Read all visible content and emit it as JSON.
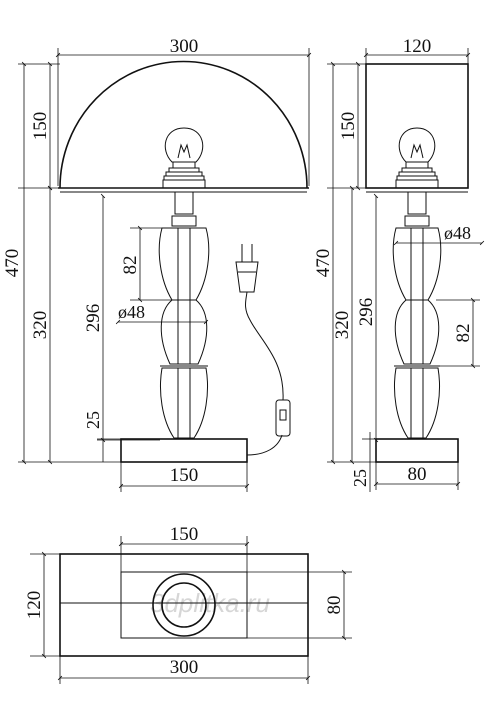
{
  "watermark": "3dplitka.ru",
  "front_view": {
    "shade_width": "300",
    "shade_height": "150",
    "total_height": "470",
    "base_to_shade": "320",
    "stem_height": "296",
    "segment_height": "82",
    "stem_diameter": "ø48",
    "base_thickness": "25",
    "base_width": "150"
  },
  "side_view": {
    "shade_width": "120",
    "shade_height": "150",
    "total_height": "470",
    "base_to_shade": "320",
    "stem_height": "296",
    "stem_diameter": "ø48",
    "segment_height": "82",
    "base_thickness": "25",
    "base_depth": "80"
  },
  "top_view": {
    "base_width": "150",
    "base_depth": "80",
    "shade_depth": "120",
    "shade_width": "300"
  }
}
